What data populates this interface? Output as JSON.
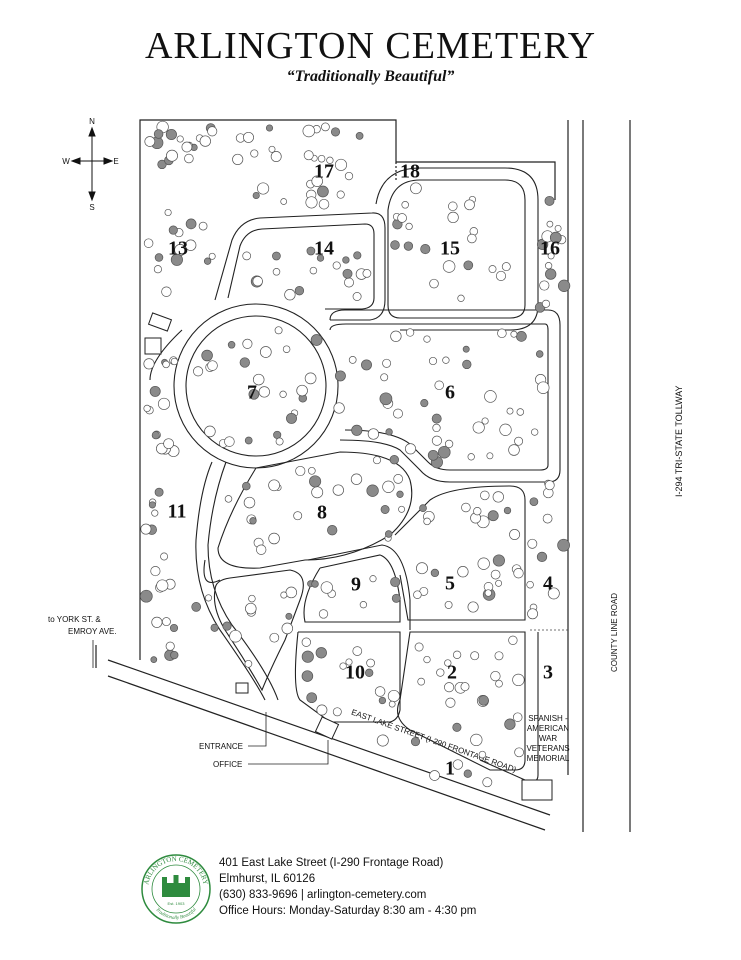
{
  "header": {
    "title": "ARLINGTON CEMETERY",
    "tagline": "“Traditionally Beautiful”"
  },
  "compass": {
    "n": "N",
    "s": "S",
    "e": "E",
    "w": "W"
  },
  "sections": [
    "1",
    "2",
    "3",
    "4",
    "5",
    "6",
    "7",
    "8",
    "9",
    "10",
    "11",
    "13",
    "14",
    "15",
    "16",
    "17",
    "18"
  ],
  "labels": {
    "york_line1": "to YORK ST. &",
    "york_line2": "EMROY AVE.",
    "entrance": "ENTRANCE",
    "office": "OFFICE",
    "street": "EAST LAKE STREET (I-290 FRONTAGE ROAD)",
    "county_line": "COUNTY LINE ROAD",
    "tollway": "I-294 TRI-STATE TOLLWAY",
    "memorial_1": "SPANISH -",
    "memorial_2": "AMERICAN",
    "memorial_3": "WAR",
    "memorial_4": "VETERANS",
    "memorial_5": "MEMORIAL"
  },
  "footer": {
    "address1": "401 East Lake Street (I-290 Frontage Road)",
    "address2": "Elmhurst, IL 60126",
    "contact": "(630) 833-9696  |  arlington-cemetery.com",
    "hours": "Office Hours: Monday-Saturday  8:30 am - 4:30 pm"
  },
  "logo": {
    "ring_text": "ARLINGTON CEMETERY",
    "est": "Est. 1903",
    "motto": "Traditionally Beautiful",
    "color": "#2e8b3e"
  }
}
